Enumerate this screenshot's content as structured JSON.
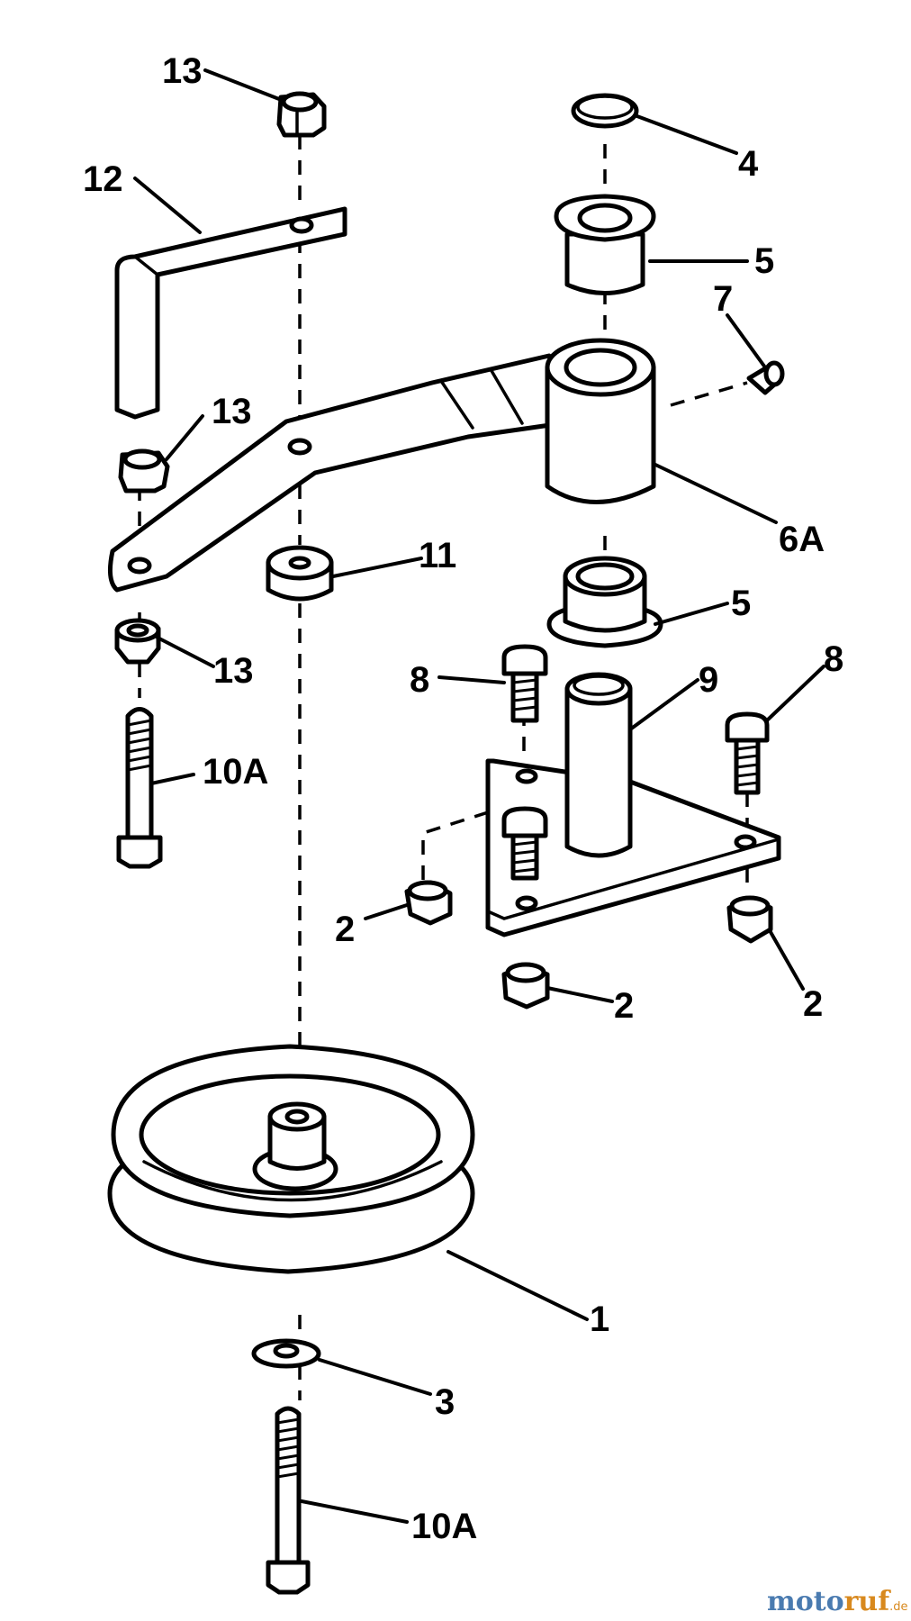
{
  "diagram": {
    "callouts": {
      "c1": "1",
      "c2a": "2",
      "c2b": "2",
      "c2c": "2",
      "c3": "3",
      "c4": "4",
      "c5a": "5",
      "c5b": "5",
      "c6a": "6A",
      "c7": "7",
      "c8a": "8",
      "c8b": "8",
      "c9": "9",
      "c10a_upper": "10A",
      "c10a_lower": "10A",
      "c11": "11",
      "c12": "12",
      "c13a": "13",
      "c13b": "13",
      "c13c": "13"
    },
    "watermark": {
      "part1": "moto",
      "part2": "ruf",
      "part3": ".de"
    }
  }
}
